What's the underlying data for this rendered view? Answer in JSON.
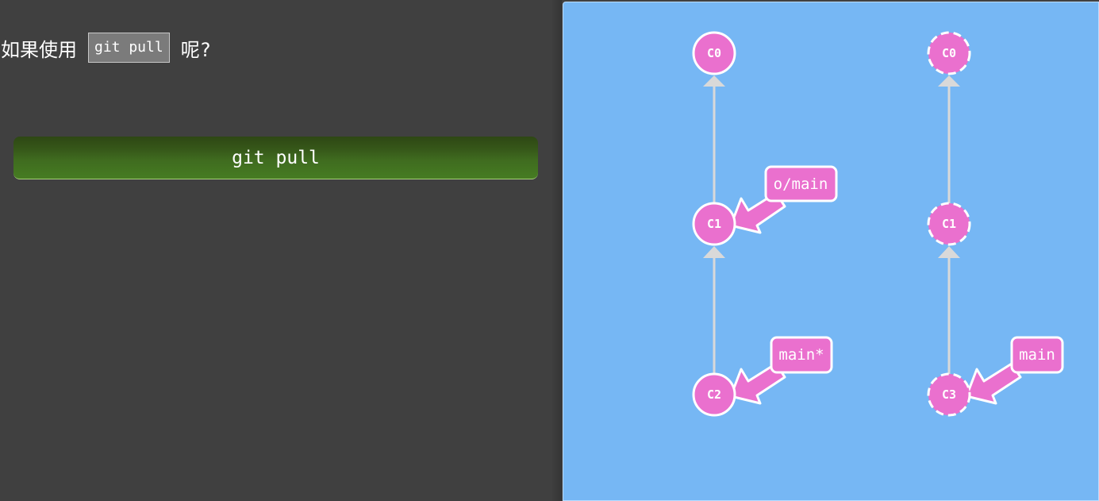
{
  "prompt": {
    "before": "如果使用",
    "code": "git pull",
    "after": "呢?"
  },
  "command_button": {
    "label": "git pull"
  },
  "graph": {
    "local": {
      "commits": [
        {
          "id": "C0",
          "dashed": false
        },
        {
          "id": "C1",
          "dashed": false
        },
        {
          "id": "C2",
          "dashed": false
        }
      ],
      "branches": [
        {
          "name": "o/main",
          "target": "C1"
        },
        {
          "name": "main*",
          "target": "C2"
        }
      ]
    },
    "remote": {
      "commits": [
        {
          "id": "C0",
          "dashed": true
        },
        {
          "id": "C1",
          "dashed": true
        },
        {
          "id": "C3",
          "dashed": true
        }
      ],
      "branches": [
        {
          "name": "main",
          "target": "C3"
        }
      ]
    }
  },
  "colors": {
    "canvas": "#76b7f4",
    "commit_fill": "#ea70ce",
    "edge": "#d9d9d9",
    "button_accent": "#467c22"
  }
}
